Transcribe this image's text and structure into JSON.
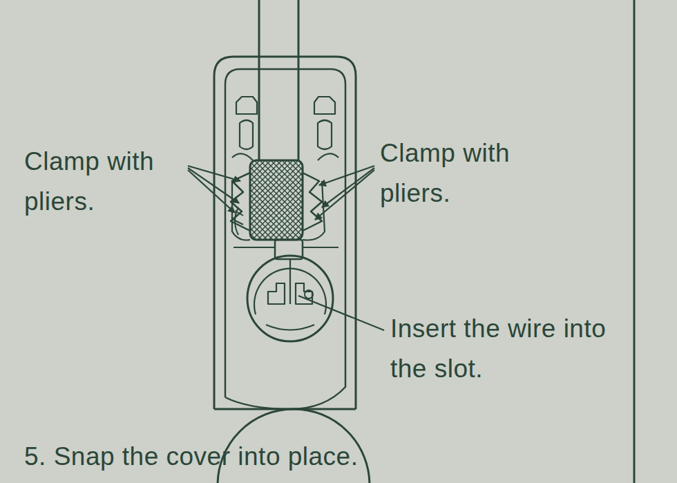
{
  "diagram": {
    "labels": [
      "Clamp with pliers.",
      "Clamp with pliers.",
      "Insert the wire into the slot.",
      "5. Snap the cover into place."
    ]
  }
}
